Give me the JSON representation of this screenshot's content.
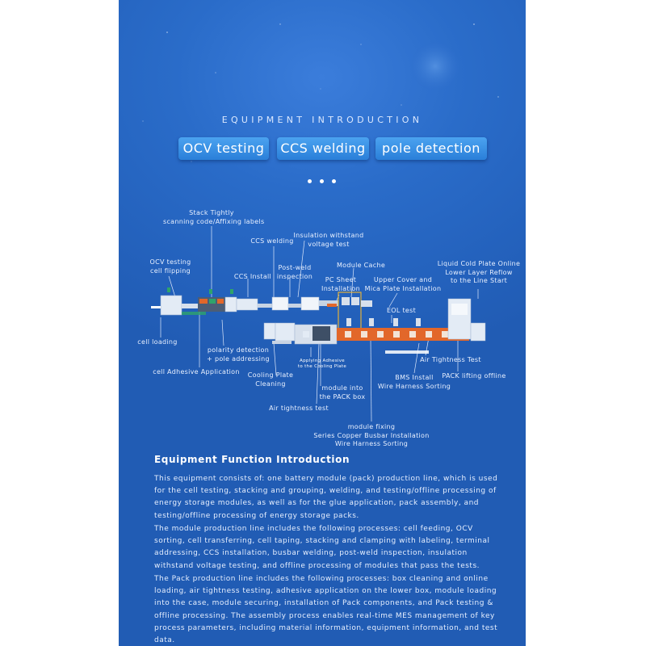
{
  "header": {
    "title": "EQUIPMENT INTRODUCTION",
    "tags": [
      "OCV testing",
      "CCS welding",
      "pole detection"
    ]
  },
  "diagram": {
    "labels": {
      "stack": "Stack Tightly\nscanning code/Affixing labels",
      "ccs_welding": "CCS welding",
      "insulation": "Insulation withstand\nvoltage test",
      "ocv": "OCV testing\ncell flipping",
      "ccs_install": "CCS Install",
      "post_weld": "Post-weld\ninspection",
      "module_cache": "Module Cache",
      "pc_sheet": "PC Sheet\nInstallation",
      "upper_cover": "Upper Cover and\nMica Plate Installation",
      "liquid": "Liquid Cold Plate Online\nLower Layer Reflow\nto the Line Start",
      "eol": "EOL test",
      "cell_loading": "cell loading",
      "polarity": "polarity detection\n+ pole addressing",
      "applying": "Applying Adhesive\nto the Cooling Plate",
      "air_tight_right": "Air Tightness Test",
      "cell_adhesive": "cell Adhesive Application",
      "cooling": "Cooling Plate\nCleaning",
      "bms": "BMS Install\nWire Harness Sorting",
      "pack_lifting": "PACK lifting offline",
      "module_into": "module into\nthe PACK box",
      "air_tight_left": "Air tightness test",
      "module_fixing": "module fixing\nSeries Copper Busbar Installation\nWire Harness Sorting"
    }
  },
  "function_intro": {
    "title": "Equipment Function Introduction",
    "p1": "This equipment consists of: one battery module (pack) production line, which is used for the cell testing, stacking and grouping, welding, and testing/offline processing of energy storage modules, as well as for the glue application, pack assembly, and testing/offline processing of energy storage packs.",
    "p2": "The module production line includes the following processes: cell feeding, OCV sorting, cell transferring, cell taping, stacking and clamping with labeling, terminal addressing, CCS installation, busbar welding, post-weld inspection, insulation withstand voltage testing, and offline processing of modules that pass the tests.",
    "p3": "The Pack production line includes the following processes: box cleaning and online loading, air tightness testing, adhesive application on the lower box, module loading into the case, module securing, installation of Pack components, and Pack testing & offline processing. The assembly process enables real-time MES management of key process parameters, including material information, equipment information, and test data."
  },
  "colors": {
    "panel_blue": "#2462bd",
    "tag_blue": "#3b93e8",
    "conveyor_orange": "#e2672a"
  }
}
